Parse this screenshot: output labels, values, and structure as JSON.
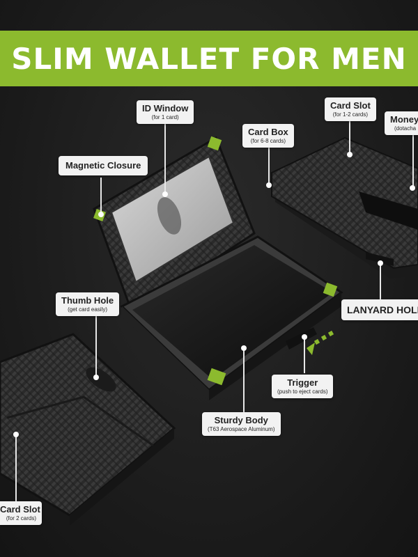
{
  "banner": {
    "title": "SLIM WALLET FOR MEN"
  },
  "callouts": {
    "id_window": {
      "title": "ID Window",
      "sub": "(for 1 card)"
    },
    "card_slot_top": {
      "title": "Card Slot",
      "sub": "(for 1-2 cards)"
    },
    "money": {
      "title": "Money",
      "sub": "(dotacha"
    },
    "card_box": {
      "title": "Card Box",
      "sub": "(for 6-8 cards)"
    },
    "magnetic_closure": {
      "title": "Magnetic Closure"
    },
    "thumb_hole": {
      "title": "Thumb Hole",
      "sub": "(get card easily)"
    },
    "lanyard_hole": {
      "title": "LANYARD HOLE"
    },
    "trigger": {
      "title": "Trigger",
      "sub": "(push to eject cards)"
    },
    "sturdy_body": {
      "title": "Sturdy Body",
      "sub": "(T63 Aerospace Aluminum)"
    },
    "card_slot_bottom": {
      "title": "Card Slot",
      "sub": "(for 2 cards)"
    }
  },
  "colors": {
    "accent": "#8cba2e",
    "background": "#1c1c1c",
    "label_bg": "#f2f2f2"
  }
}
